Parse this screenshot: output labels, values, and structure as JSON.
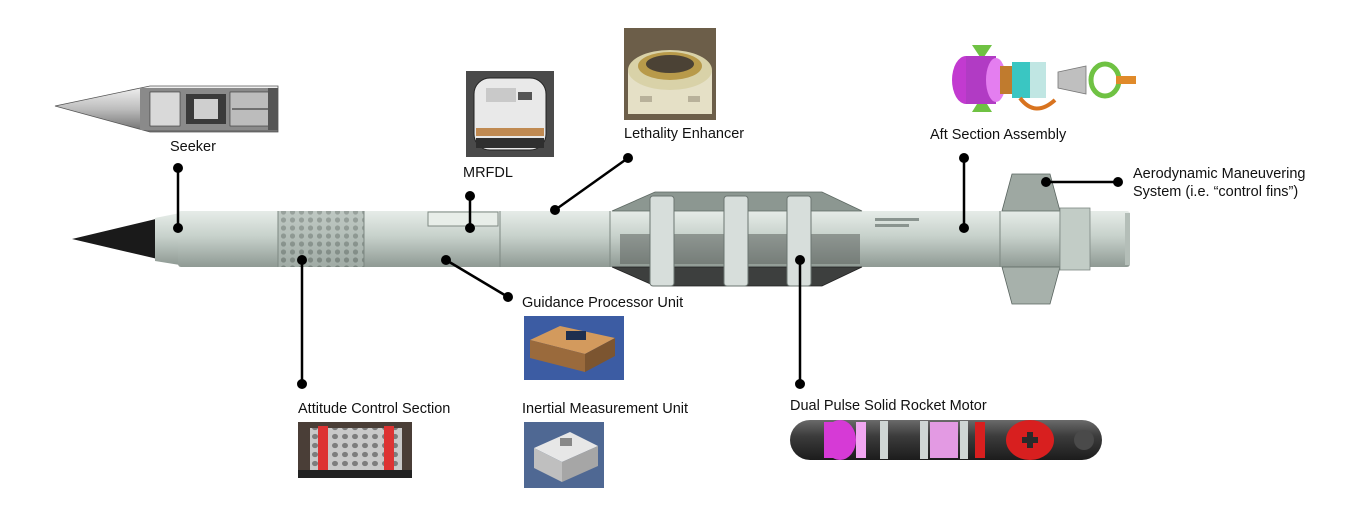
{
  "labels": {
    "seeker": "Seeker",
    "mrfdl": "MRFDL",
    "lethality_enhancer": "Lethality Enhancer",
    "aft_section_assembly": "Aft Section Assembly",
    "aero_maneuvering_line1": "Aerodynamic Maneuvering",
    "aero_maneuvering_line2": "System (i.e. “control fins”)",
    "guidance_processor_unit": "Guidance Processor Unit",
    "attitude_control_section": "Attitude Control Section",
    "inertial_measurement_unit": "Inertial Measurement Unit",
    "dual_pulse_motor": "Dual Pulse Solid Rocket Motor"
  },
  "colors": {
    "background": "#ffffff",
    "missile_body": "#c9d3cd",
    "missile_shadow": "#9aa6a0",
    "nose_tip": "#1a1a1a",
    "leader_line": "#000000",
    "motor_magenta": "#d63ad6",
    "motor_red": "#d81f1f",
    "aft_green": "#6fc243",
    "aft_magenta": "#c23ad0"
  }
}
